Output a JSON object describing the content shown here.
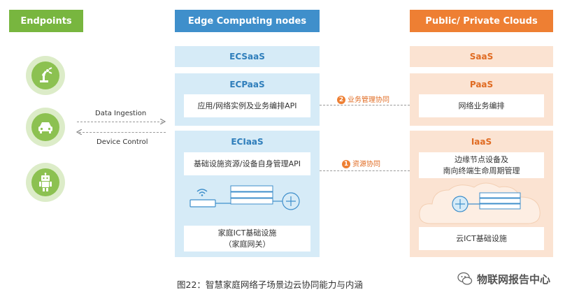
{
  "headers": {
    "endpoints": "Endpoints",
    "edge": "Edge Computing nodes",
    "cloud": "Public/ Private Clouds"
  },
  "edge": {
    "ecsaas": "ECSaaS",
    "ecpaas": {
      "title": "ECPaaS",
      "content": "应用/网络实例及业务编排API"
    },
    "eciaas": {
      "title": "ECIaaS",
      "content": "基础设施资源/设备自身管理API",
      "infra_line1": "家庭ICT基础设施",
      "infra_line2": "（家庭网关）"
    }
  },
  "cloud": {
    "saas": "SaaS",
    "paas": {
      "title": "PaaS",
      "content": "网络业务编排"
    },
    "iaas": {
      "title": "IaaS",
      "content_line1": "边缘节点设备及",
      "content_line2": "南向终端生命周期管理",
      "infra": "云ICT基础设施"
    }
  },
  "connections": {
    "data_ingestion": "Data Ingestion",
    "device_control": "Device Control",
    "business": {
      "num": "2",
      "label": "业务管理协同"
    },
    "resource": {
      "num": "1",
      "label": "资源协同"
    }
  },
  "endpoints": [
    {
      "icon": "robot-arm-icon"
    },
    {
      "icon": "car-icon"
    },
    {
      "icon": "robot-icon"
    }
  ],
  "caption": "图22：智慧家庭网络子场景边云协同能力与内涵",
  "watermark": "物联网报告中心",
  "colors": {
    "endpoints": "#78b63f",
    "edge": "#3f8fcb",
    "cloud": "#ee7f33",
    "edge_light": "#d6ebf7",
    "cloud_light": "#fbe3d2"
  }
}
